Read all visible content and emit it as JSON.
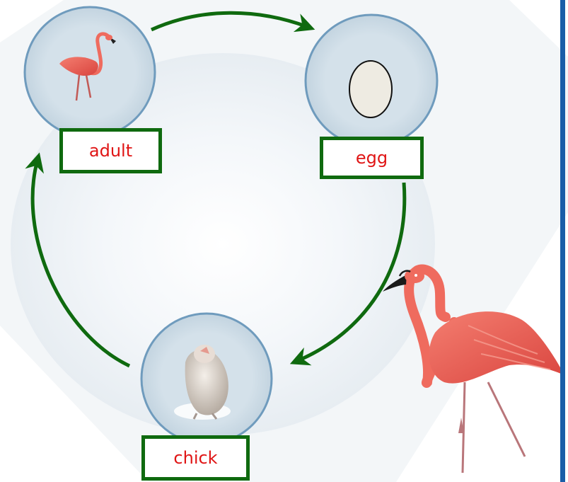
{
  "diagram": {
    "stages": [
      {
        "id": "adult",
        "label": "adult",
        "icon": "flamingo-icon"
      },
      {
        "id": "egg",
        "label": "egg",
        "icon": "egg-icon"
      },
      {
        "id": "chick",
        "label": "chick",
        "icon": "chick-icon"
      }
    ],
    "cycle_order": [
      "adult",
      "egg",
      "chick"
    ],
    "decoration": {
      "icon": "large-flamingo-illustration"
    }
  },
  "colors": {
    "label_text": "#e01515",
    "label_border": "#0f6a0f",
    "arrow": "#0f6a0f",
    "circle_fill": "#cfdde6",
    "circle_stroke": "#6f9bbd",
    "flamingo": "#ef6b5e",
    "accent": "#1a5da8"
  }
}
